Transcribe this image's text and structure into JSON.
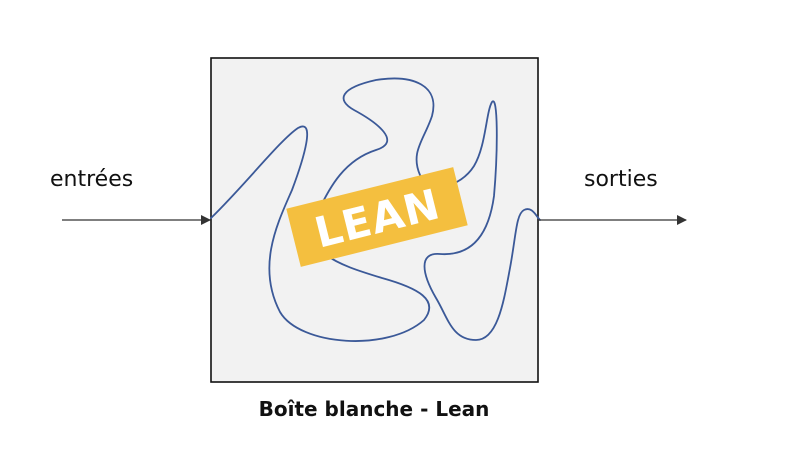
{
  "diagram": {
    "input_label": "entrées",
    "output_label": "sorties",
    "badge_text": "LEAN",
    "caption": "Boîte blanche - Lean"
  },
  "colors": {
    "box_fill": "#f2f2f2",
    "box_border": "#111111",
    "curve": "#3b5998",
    "badge": "#f4bf3f",
    "arrow": "#333333"
  }
}
